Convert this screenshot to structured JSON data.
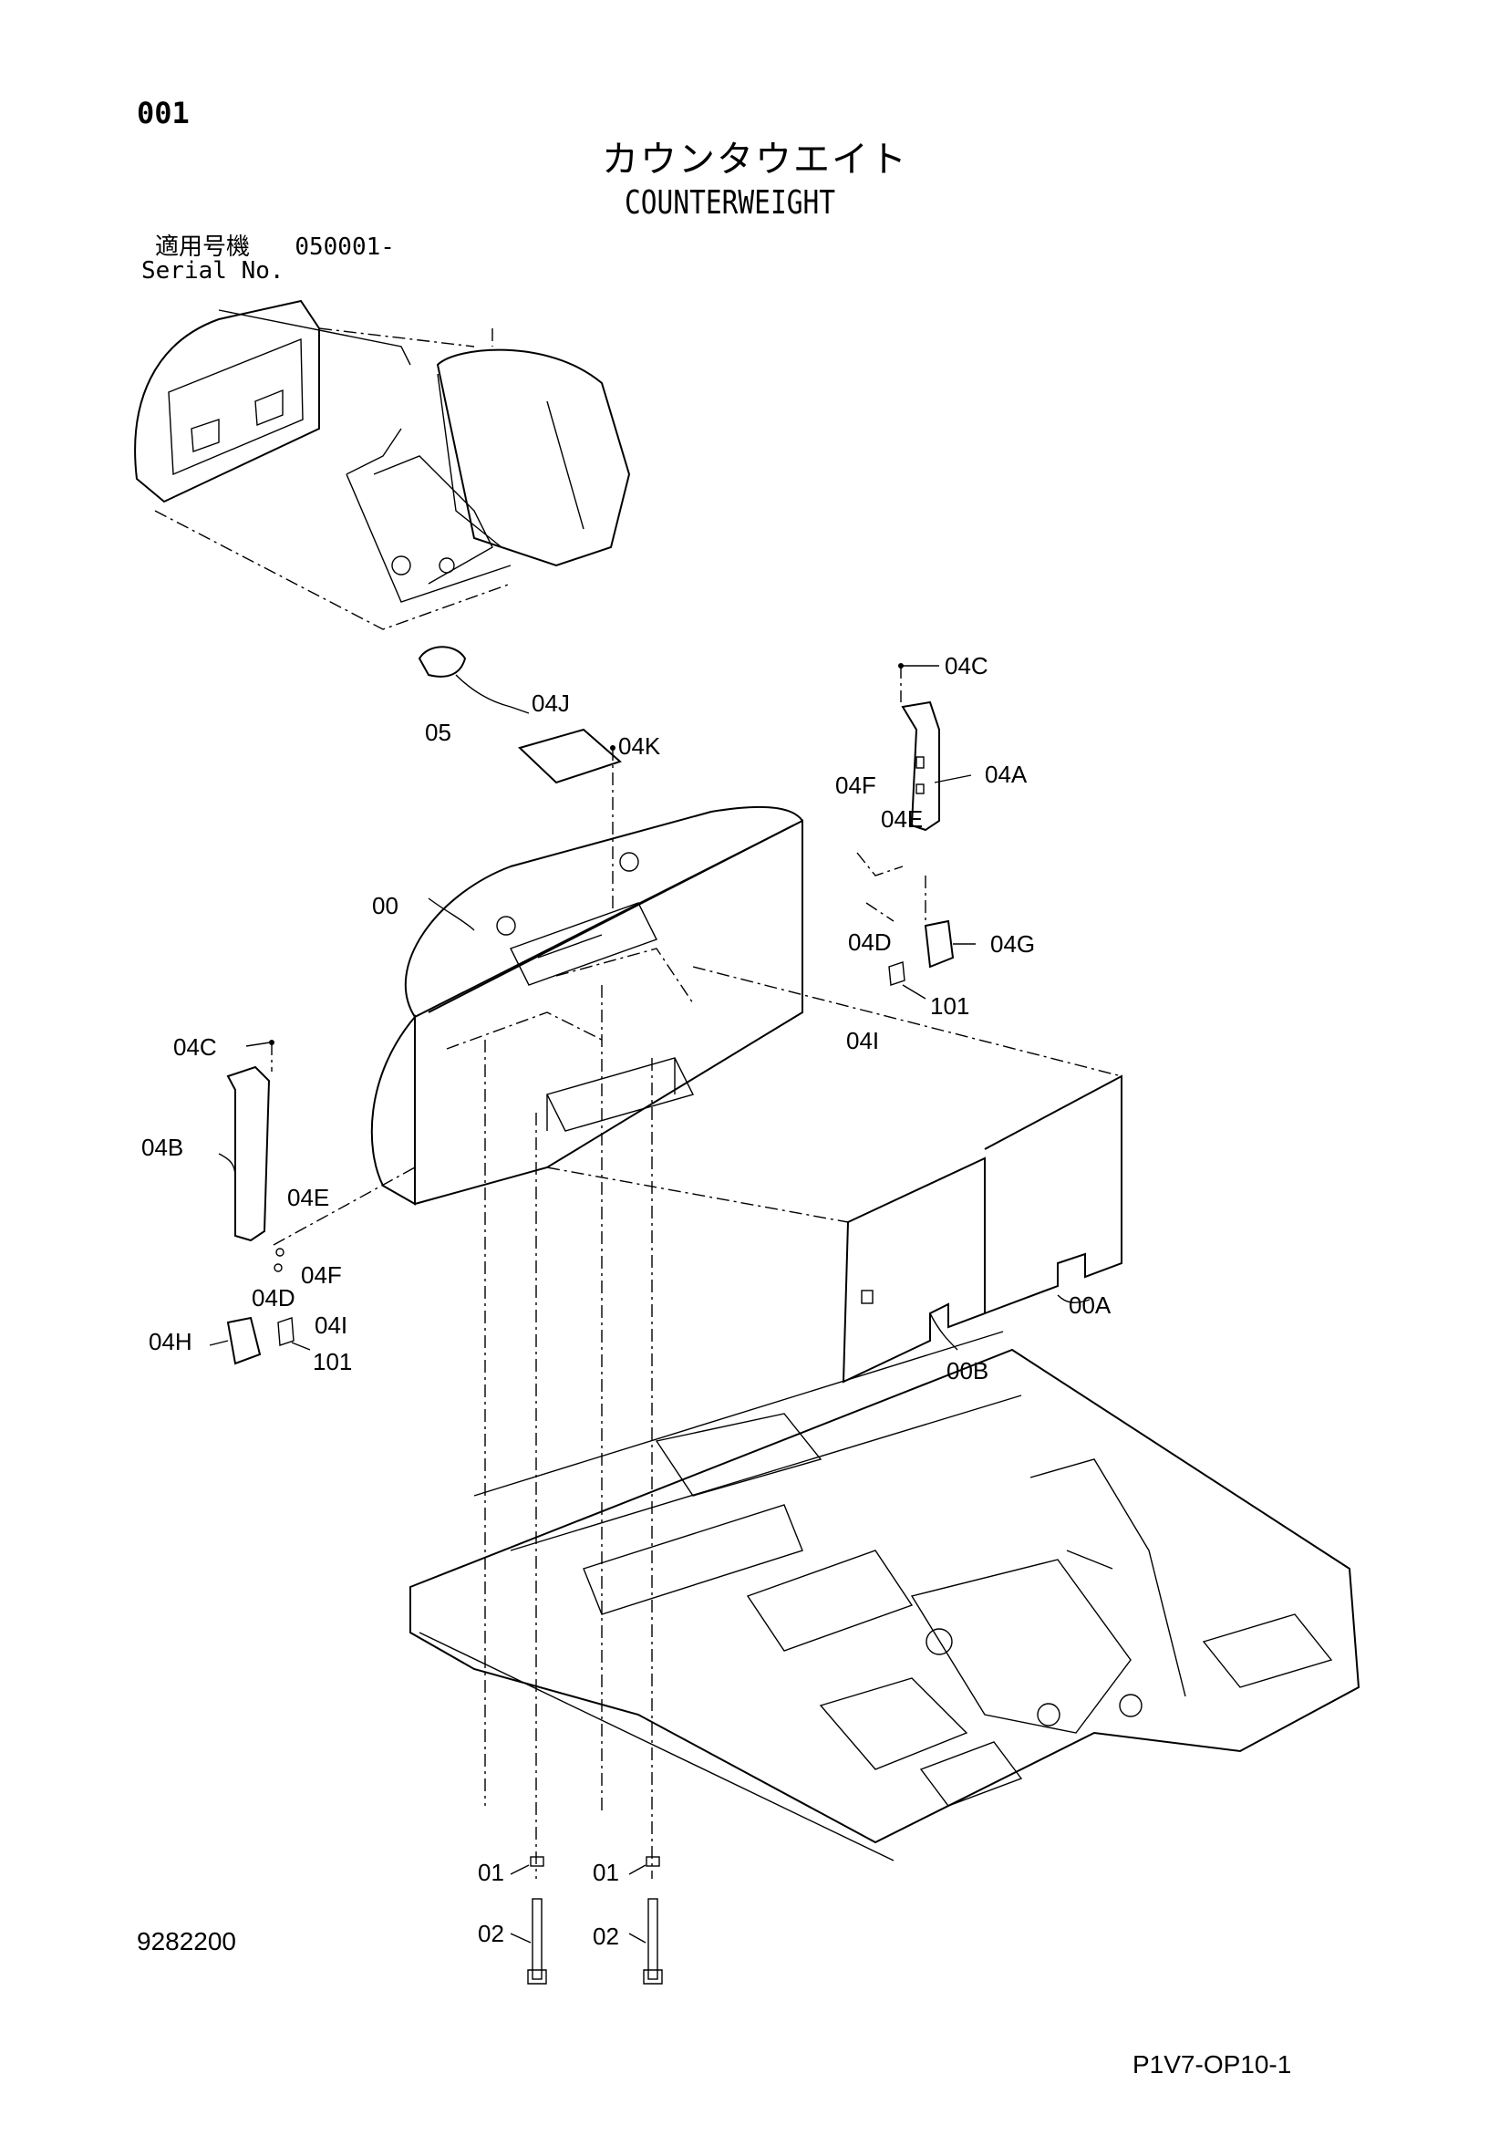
{
  "header": {
    "page_number": "001",
    "title_jp": "カウンタウエイト",
    "title_en": "COUNTERWEIGHT",
    "serial_label_jp": "適用号機",
    "serial_value": "050001-",
    "serial_label_en": "Serial No."
  },
  "callouts": {
    "c05": "05",
    "c04J": "04J",
    "c04K": "04K",
    "c04C_top": "04C",
    "c04A": "04A",
    "c04F_top": "04F",
    "c04E_top": "04E",
    "c00": "00",
    "c04D_top": "04D",
    "c04G": "04G",
    "c101_top": "101",
    "c04I_top": "04I",
    "c04C_left": "04C",
    "c04B": "04B",
    "c04E_left": "04E",
    "c04F_left": "04F",
    "c04D_left": "04D",
    "c04H": "04H",
    "c04I_left": "04I",
    "c101_left": "101",
    "c00A": "00A",
    "c00B": "00B",
    "c01_a": "01",
    "c02_a": "02",
    "c01_b": "01",
    "c02_b": "02"
  },
  "footer": {
    "drawing_number": "9282200",
    "page_code": "P1V7-OP10-1"
  }
}
